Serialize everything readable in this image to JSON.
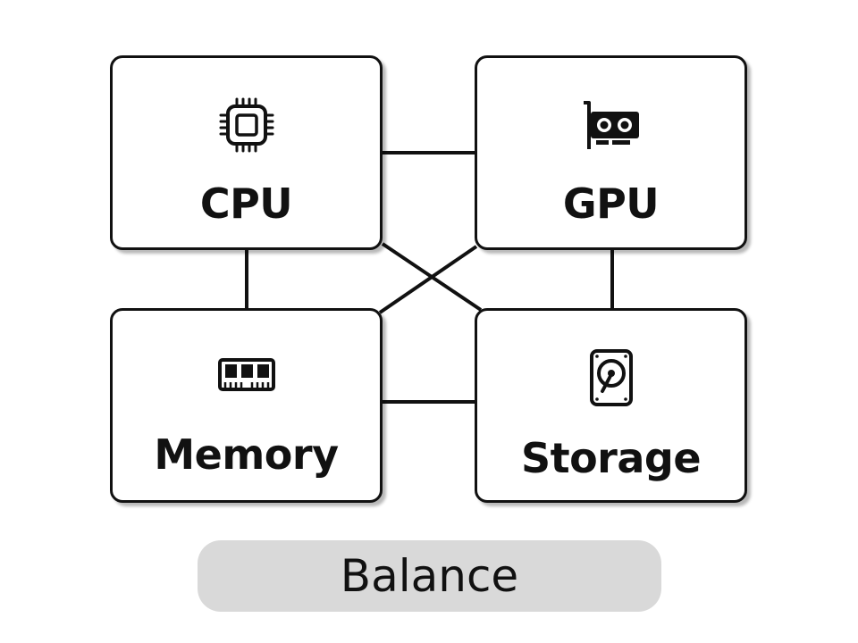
{
  "nodes": {
    "cpu": {
      "label": "CPU",
      "icon": "cpu-chip-icon"
    },
    "gpu": {
      "label": "GPU",
      "icon": "graphics-card-icon"
    },
    "memory": {
      "label": "Memory",
      "icon": "ram-module-icon"
    },
    "storage": {
      "label": "Storage",
      "icon": "hard-drive-icon"
    }
  },
  "connections": [
    [
      "CPU",
      "GPU"
    ],
    [
      "CPU",
      "Memory"
    ],
    [
      "GPU",
      "Storage"
    ],
    [
      "Memory",
      "Storage"
    ],
    [
      "CPU",
      "Storage"
    ],
    [
      "GPU",
      "Memory"
    ]
  ],
  "caption": "Balance",
  "colors": {
    "stroke": "#111111",
    "caption_background": "#d9d9d9",
    "background": "#ffffff"
  }
}
